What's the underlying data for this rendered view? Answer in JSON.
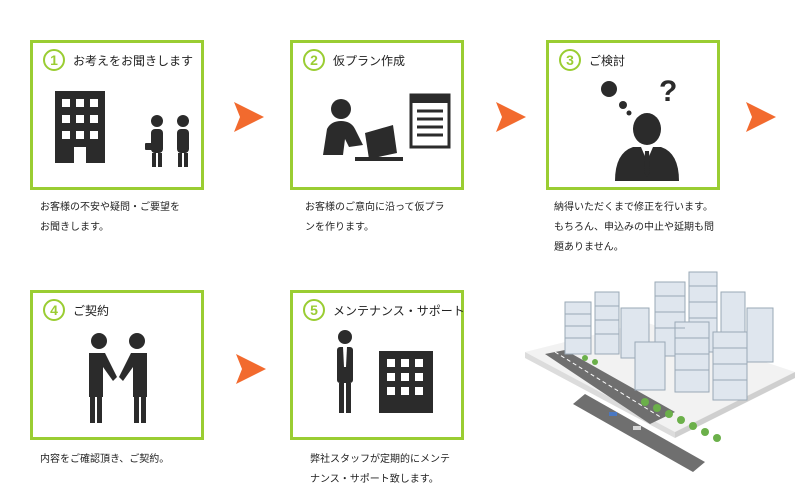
{
  "steps": [
    {
      "num": "1",
      "title": "お考えをお聞きします",
      "desc": "お客様の不安や疑問・ご要望を\nお聞きします。"
    },
    {
      "num": "2",
      "title": "仮プラン作成",
      "desc": "お客様のご意向に沿って仮プラ\nンを作ります。"
    },
    {
      "num": "3",
      "title": "ご検討",
      "desc": "納得いただくまで修正を行います。\nもちろん、申込みの中止や延期も問\n題ありません。"
    },
    {
      "num": "4",
      "title": "ご契約",
      "desc": "内容をご確認頂き、ご契約。"
    },
    {
      "num": "5",
      "title": "メンテナンス・サポート",
      "desc": "弊社スタッフが定期的にメンテ\nナンス・サポート致します。"
    }
  ],
  "colors": {
    "accent_green": "#9acd32",
    "arrow_orange": "#f26a2e",
    "icon_dark": "#2b2b2b"
  }
}
